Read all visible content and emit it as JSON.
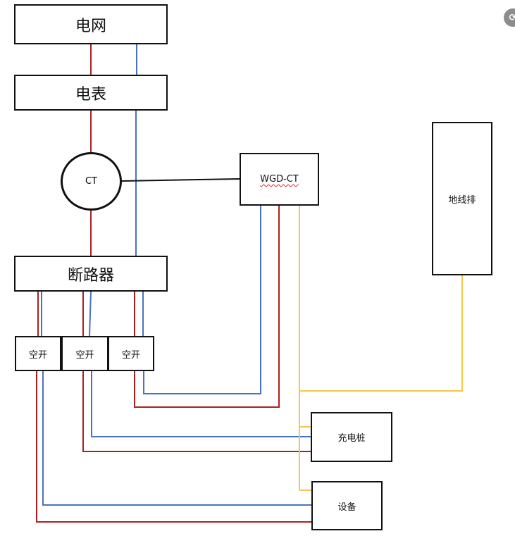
{
  "nodes": {
    "grid": "电网",
    "meter": "电表",
    "ct": "CT",
    "wgd": "WGD-CT",
    "ground_bar": "地线排",
    "breaker": "断路器",
    "switch_1": "空开",
    "switch_2": "空开",
    "switch_3": "空开",
    "charger": "充电桩",
    "device": "设备"
  },
  "colors": {
    "live": "#b01f1f",
    "neutral": "#4a72c4",
    "ground": "#f2c84b",
    "signal": "#111111"
  },
  "icons": {
    "corner": "refresh-icon"
  }
}
